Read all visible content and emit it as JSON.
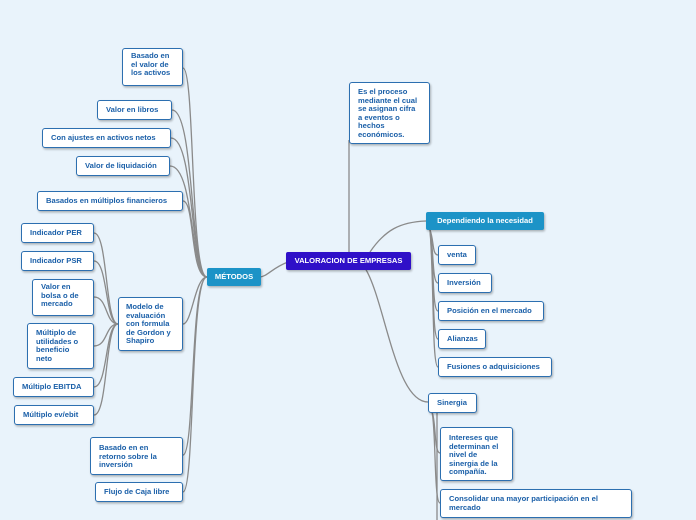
{
  "center": {
    "label": "VALORACION DE EMPRESAS"
  },
  "definition": {
    "text": "Es el proceso mediante el cual se asignan cifra a eventos o hechos económicos."
  },
  "metodos": {
    "label": "MÉTODOS",
    "items": [
      "Basado en el valor de los activos",
      "Valor en libros",
      "Con ajustes en activos netos",
      "Valor de liquidación",
      "Basados en múltiplos financieros",
      "Modelo de evaluación con formula de Gordon y Shapiro",
      "Basado en en retorno sobre la inversión",
      "Flujo de Caja libre"
    ],
    "gordon_children": [
      "Indicador PER",
      "Indicador PSR",
      "Valor en bolsa o de mercado",
      "Múltiplo de utilidades o beneficio neto",
      "Múltiplo EBITDA",
      "Múltiplo ev/ebit"
    ]
  },
  "necesidad": {
    "label": "Dependiendo la necesidad",
    "items": [
      "venta",
      "Inversión",
      "Posición en el mercado",
      "Alianzas",
      "Fusiones o adquisiciones"
    ]
  },
  "sinergia": {
    "label": "Sinergia",
    "items": [
      "Intereses que determinan el nivel de sinergia de la compañía.",
      "Consolidar una mayor participación en el mercado"
    ]
  }
}
